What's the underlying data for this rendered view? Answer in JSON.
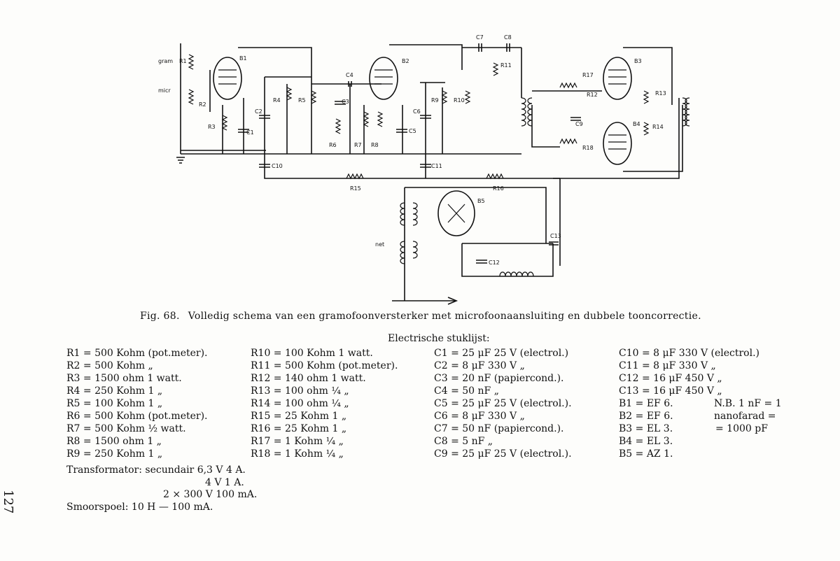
{
  "schematic": {
    "labels": {
      "gram": "gram",
      "micr": "micr",
      "net": "net",
      "R1": "R1",
      "R2": "R2",
      "R3": "R3",
      "R4": "R4",
      "R5": "R5",
      "R6": "R6",
      "R7": "R7",
      "R8": "R8",
      "R9": "R9",
      "R10": "R10",
      "R11": "R11",
      "R12": "R12",
      "R13": "R13",
      "R14": "R14",
      "R15": "R15",
      "R16": "R16",
      "R17": "R17",
      "R18": "R18",
      "C1": "C1",
      "C2": "C2",
      "C3": "C3",
      "C4": "C4",
      "C5": "C5",
      "C6": "C6",
      "C7": "C7",
      "C8": "C8",
      "C9": "C9",
      "C10": "C10",
      "C11": "C11",
      "C12": "C12",
      "C13": "C13",
      "B1": "B1",
      "B2": "B2",
      "B3": "B3",
      "B4": "B4",
      "B5": "B5"
    }
  },
  "caption": {
    "fig": "Fig. 68.",
    "text": "Volledig schema van een gramofoonversterker met microfoonaansluiting en dubbele tooncorrectie."
  },
  "parts_list": {
    "title": "Electrische stuklijst:",
    "columns": [
      [
        "R1 = 500 Kohm (pot.meter).",
        "R2 = 500 Kohm „",
        "R3 = 1500 ohm 1 watt.",
        "R4 = 250 Kohm 1 „",
        "R5 = 100 Kohm 1 „",
        "R6 = 500 Kohm (pot.meter).",
        "R7 = 500 Kohm ½ watt.",
        "R8 = 1500 ohm 1 „",
        "R9 = 250 Kohm 1 „"
      ],
      [
        "R10 = 100 Kohm 1 watt.",
        "R11 = 500 Kohm (pot.meter).",
        "R12 = 140 ohm 1 watt.",
        "R13 = 100 ohm ¼ „",
        "R14 = 100 ohm ¼ „",
        "R15 = 25 Kohm 1 „",
        "R16 = 25 Kohm 1 „",
        "R17 = 1 Kohm ¼ „",
        "R18 = 1 Kohm ¼ „"
      ],
      [
        "C1 = 25 μF 25 V (electrol.)",
        "C2 = 8 μF 330 V „",
        "C3 = 20 nF (papiercond.).",
        "C4 = 50 nF „",
        "C5 = 25 μF 25 V (electrol.).",
        "C6 = 8 μF 330 V „",
        "C7 = 50 nF (papiercond.).",
        "C8 = 5 nF „",
        "C9 = 25 μF 25 V (electrol.)."
      ],
      [
        "C10 = 8 μF 330 V (electrol.)",
        "C11 = 8 μF 330 V „",
        "C12 = 16 μF 450 V „",
        "C13 = 16 μF 450 V „",
        "B1 = EF 6.",
        "B2 = EF 6.",
        "B3 = EL 3.",
        "B4 = EL 3.",
        "B5 = AZ 1."
      ]
    ],
    "note": [
      "N.B. 1 nF = 1",
      "nanofarad =",
      "= 1000 pF"
    ]
  },
  "transformer": {
    "line1": "Transformator: secundair 6,3 V 4 A.",
    "line2": "4 V 1 A.",
    "line3": "2 × 300 V 100 mA.",
    "choke": "Smoorspoel: 10 H — 100 mA."
  },
  "page_number": "127"
}
